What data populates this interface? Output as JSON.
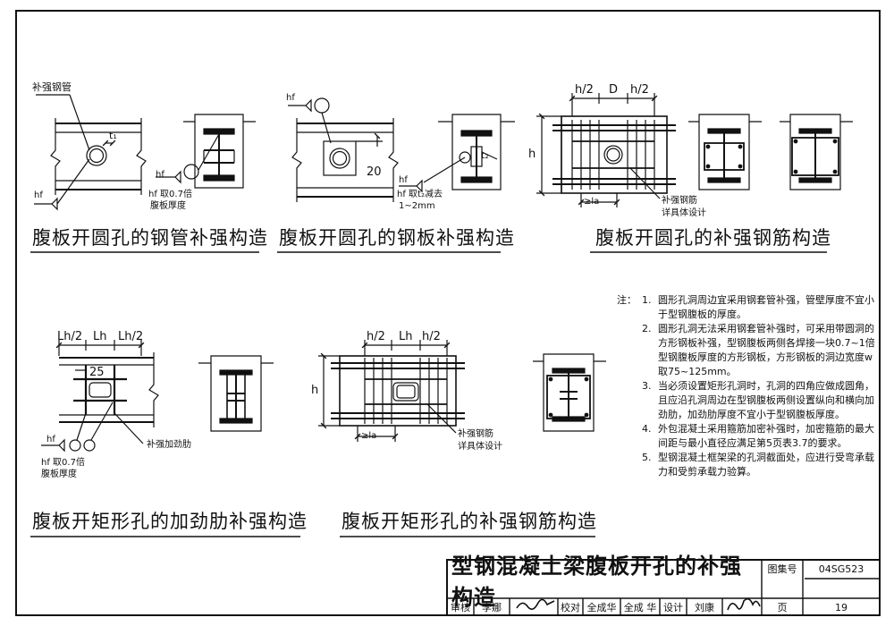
{
  "sheet_title": "型钢混凝土梁腹板开孔的补强构造",
  "atlas_label": "图集号",
  "atlas_no": "04SG523",
  "page_label": "页",
  "page_no": "19",
  "signoff": {
    "review_label": "审核",
    "review_name": "李娜",
    "check_label": "校对",
    "check_name1": "全成华",
    "check_name2": "全成 华",
    "design_label": "设计",
    "design_name": "刘康"
  },
  "captions": {
    "d1": "腹板开圆孔的钢管补强构造",
    "d2": "腹板开圆孔的钢板补强构造",
    "d3": "腹板开圆孔的补强钢筋构造",
    "d4": "腹板开矩形孔的加劲肋补强构造",
    "d5": "腹板开矩形孔的补强钢筋构造"
  },
  "labels": {
    "steel_tube": "补强钢管",
    "t1": "t₁",
    "t2": "t₂",
    "hf": "hf",
    "hf_note_1": "hf 取0.7倍",
    "hf_note_2": "腹板厚度",
    "hf_t2_note_1": "hf 取t₂减去",
    "hf_t2_note_2": "1~2mm",
    "dim_20": "20",
    "dim_25": "25",
    "h": "h",
    "half_h": "h/2",
    "D": "D",
    "Lh": "Lh",
    "Lh_half": "Lh/2",
    "la": "≥la",
    "rebar_1": "补强钢筋",
    "rebar_2": "详具体设计",
    "stiffener": "补强加劲肋"
  },
  "notes": {
    "label": "注：",
    "items": [
      {
        "num": "1.",
        "text": "圆形孔洞周边宜采用钢套管补强，管壁厚度不宜小于型钢腹板的厚度。"
      },
      {
        "num": "2.",
        "text": "圆形孔洞无法采用钢套管补强时，可采用带圆洞的方形钢板补强，型钢腹板两侧各焊接一块0.7~1倍型钢腹板厚度的方形钢板，方形钢板的洞边宽度w取75~125mm。"
      },
      {
        "num": "3.",
        "text": "当必须设置矩形孔洞时，孔洞的四角应做成圆角，且应沿孔洞周边在型钢腹板两侧设置纵向和横向加劲肋，加劲肋厚度不宜小于型钢腹板厚度。"
      },
      {
        "num": "4.",
        "text": "外包混凝土采用箍筋加密补强时，加密箍筋的最大间距与最小直径应满足第5页表3.7的要求。"
      },
      {
        "num": "5.",
        "text": "型钢混凝土框架梁的孔洞截面处，应进行受弯承载力和受剪承载力验算。"
      }
    ]
  }
}
